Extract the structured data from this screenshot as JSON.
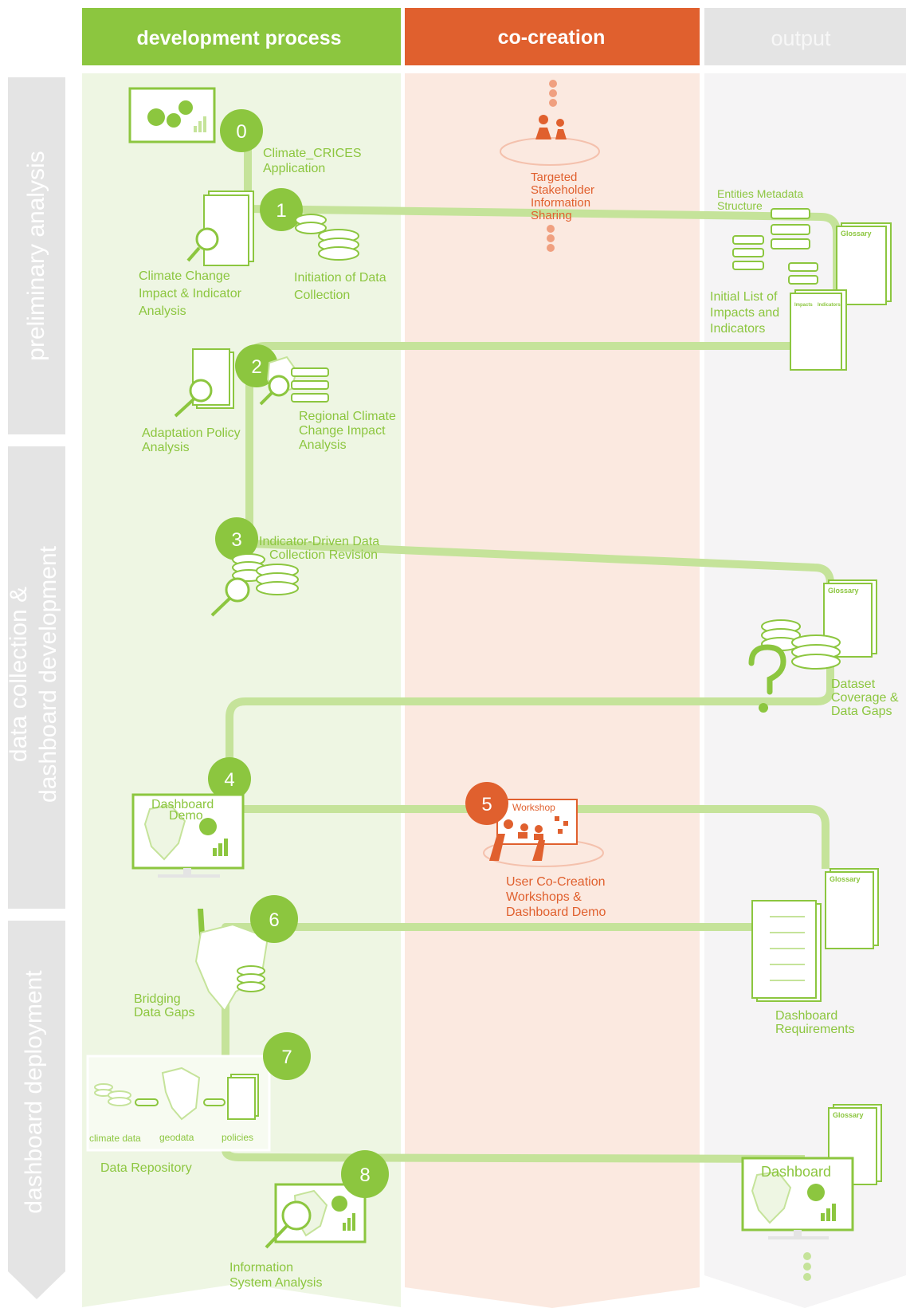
{
  "columns": {
    "development": "development process",
    "cocreation": "co-creation",
    "output": "output"
  },
  "phases": {
    "p1": "preliminary analysis",
    "p2_line1": "data collection &",
    "p2_line2": "dashboard development",
    "p3": "dashboard deployment"
  },
  "steps": {
    "s0": {
      "num": "0",
      "label_l1": "Climate_CRICES",
      "label_l2": "Application"
    },
    "s1": {
      "num": "1",
      "left_l1": "Climate Change",
      "left_l2": "Impact & Indicator",
      "left_l3": "Analysis",
      "right_l1": "Initiation of Data",
      "right_l2": "Collection"
    },
    "s2": {
      "num": "2",
      "left_l1": "Adaptation Policy",
      "left_l2": "Analysis",
      "right_l1": "Regional Climate",
      "right_l2": "Change Impact",
      "right_l3": "Analysis"
    },
    "s3": {
      "num": "3",
      "label_l1": "Indicator-Driven Data",
      "label_l2": "Collection Revision"
    },
    "s4": {
      "num": "4",
      "label_l1": "Dashboard",
      "label_l2": "Demo"
    },
    "s5": {
      "num": "5",
      "board": "Workshop",
      "label_l1": "User Co-Creation",
      "label_l2": "Workshops &",
      "label_l3": "Dashboard Demo"
    },
    "s6": {
      "num": "6",
      "label_l1": "Bridging",
      "label_l2": "Data Gaps"
    },
    "s7": {
      "num": "7",
      "repo": "Data Repository",
      "item1": "climate data",
      "item2": "geodata",
      "item3": "policies"
    },
    "s8": {
      "num": "8",
      "label_l1": "Information",
      "label_l2": "System Analysis"
    }
  },
  "cocreation": {
    "targeted_l1": "Targeted",
    "targeted_l2": "Stakeholder",
    "targeted_l3": "Information",
    "targeted_l4": "Sharing"
  },
  "outputs": {
    "entities_l1": "Entities Metadata",
    "entities_l2": "Structure",
    "glossary": "Glossary",
    "initial_l1": "Initial List of",
    "initial_l2": "Impacts and",
    "initial_l3": "Indicators",
    "impacts": "Impacts",
    "indicators": "Indicators",
    "dataset_l1": "Dataset",
    "dataset_l2": "Coverage &",
    "dataset_l3": "Data Gaps",
    "requirements_l1": "Dashboard",
    "requirements_l2": "Requirements",
    "dashboard": "Dashboard"
  },
  "colors": {
    "green": "#8cc63f",
    "green_light": "#eef6e3",
    "orange": "#e0602e",
    "orange_light": "#fbe9e0",
    "grey": "#e4e4e4",
    "grey_light": "#f5f4f5",
    "path": "#c5e39a"
  }
}
